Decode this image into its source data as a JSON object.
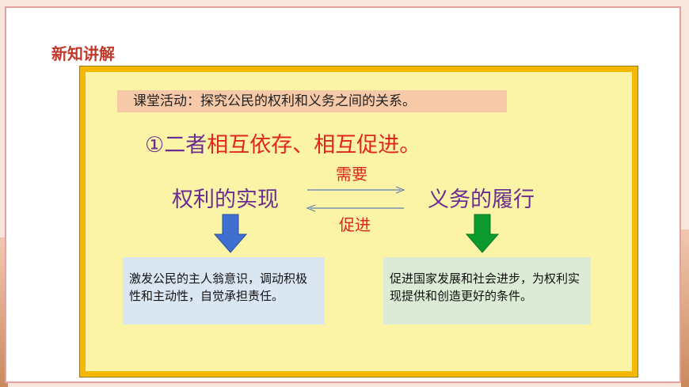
{
  "header": {
    "title": "新知讲解"
  },
  "activity": {
    "text": "课堂活动：探究公民的权利和义务之间的关系。"
  },
  "point": {
    "prefix": "①二者",
    "emphasis": "相互依存、相互促进。"
  },
  "relation": {
    "left": "权利的实现",
    "right": "义务的履行",
    "top_label": "需要",
    "bottom_label": "促进"
  },
  "boxes": {
    "left": "激发公民的主人翁意识，调动积极性和主动性，自觉承担责任。",
    "right": "促进国家发展和社会进步，为权利实现提供和创造更好的条件。"
  },
  "colors": {
    "accent_purple": "#6b2d8f",
    "accent_red": "#e0261d",
    "board_border": "#f5b800",
    "arrow_blue": "#3e6fd1",
    "arrow_green": "#0b9b2c"
  }
}
